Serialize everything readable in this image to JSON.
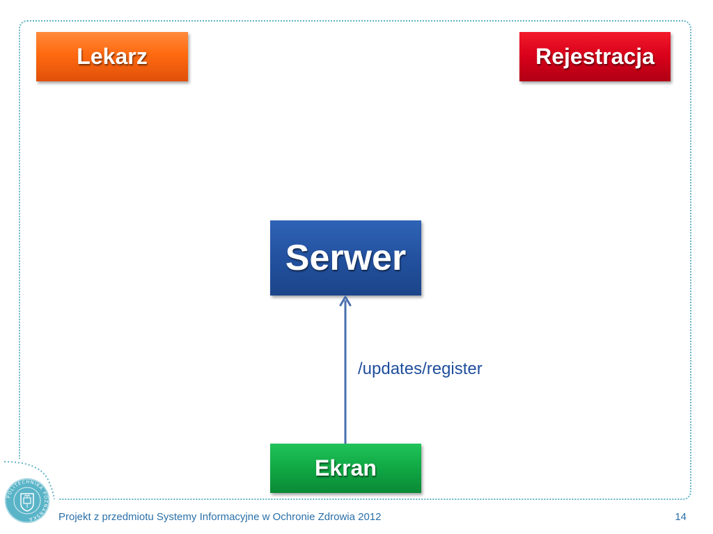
{
  "nodes": {
    "lekarz": "Lekarz",
    "rejestracja": "Rejestracja",
    "serwer": "Serwer",
    "ekran": "Ekran"
  },
  "edges": [
    {
      "from": "Ekran",
      "to": "Serwer",
      "label": "/updates/register"
    }
  ],
  "footer": {
    "text": "Projekt z przedmiotu Systemy Informacyjne w Ochronie Zdrowia 2012",
    "page_number": "14"
  },
  "seal": {
    "icon": "university-seal-icon",
    "text": "POLITECHNIKA POZNAŃSKA"
  },
  "colors": {
    "lekarz": "#ff6a10",
    "rejestracja": "#d8001a",
    "serwer": "#23519f",
    "ekran": "#10a844",
    "arrow": "#4a6fae",
    "frame": "#5fb3c4",
    "footer_text": "#2a6fa8"
  }
}
